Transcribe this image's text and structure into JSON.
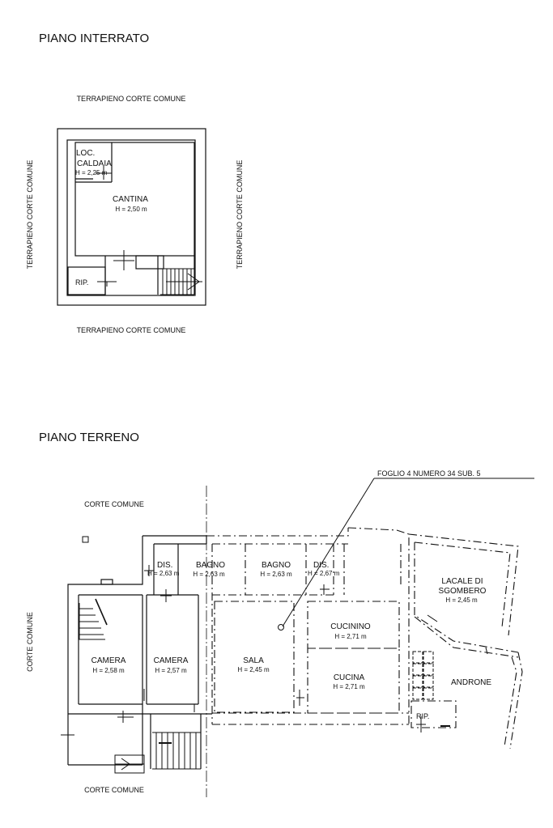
{
  "basement": {
    "title": "PIANO INTERRATO",
    "surround_top": "TERRAPIENO CORTE COMUNE",
    "surround_bottom": "TERRAPIENO CORTE COMUNE",
    "surround_left": "TERRAPIENO CORTE COMUNE",
    "surround_right": "TERRAPIENO CORTE COMUNE",
    "rooms": {
      "boiler_name_1": "LOC.",
      "boiler_name_2": "CALDAIA",
      "boiler_height": "H = 2,25 m",
      "cellar_name": "CANTINA",
      "cellar_height": "H = 2,50 m",
      "storage_name": "RIP."
    }
  },
  "ground": {
    "title": "PIANO TERRENO",
    "parcel_label": "FOGLIO 4 NUMERO 34 SUB. 5",
    "surround_top": "CORTE COMUNE",
    "surround_bottom": "CORTE COMUNE",
    "surround_left": "CORTE COMUNE",
    "rooms": {
      "dis1_name": "DIS.",
      "dis1_height": "H = 2,63 m",
      "bath1_name": "BAGNO",
      "bath1_height": "H = 2,63 m",
      "bath2_name": "BAGNO",
      "bath2_height": "H = 2,63 m",
      "dis2_name": "DIS.",
      "dis2_height": "H = 2,67 m",
      "storeroom_name_1": "LACALE DI",
      "storeroom_name_2": "SGOMBERO",
      "storeroom_height": "H = 2,45 m",
      "bedroom1_name": "CAMERA",
      "bedroom1_height": "H = 2,58 m",
      "bedroom2_name": "CAMERA",
      "bedroom2_height": "H = 2,57 m",
      "living_name": "SALA",
      "living_height": "H = 2,45 m",
      "kitchenette_name": "CUCININO",
      "kitchenette_height": "H = 2,71 m",
      "kitchen_name": "CUCINA",
      "kitchen_height": "H = 2,71 m",
      "hall_name": "ANDRONE",
      "storage_name": "RIP."
    }
  }
}
